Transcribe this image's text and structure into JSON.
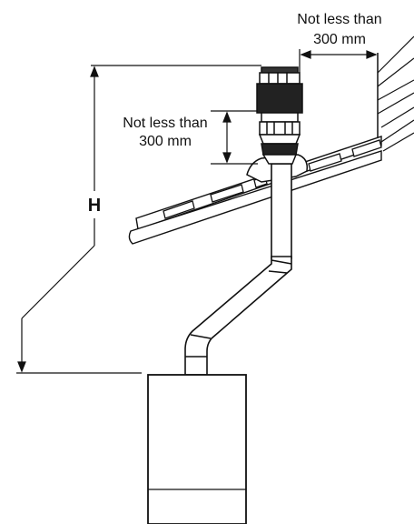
{
  "labels": {
    "top_right_line1": "Not less than",
    "top_right_line2": "300 mm",
    "mid_left_line1": "Not less than",
    "mid_left_line2": "300 mm",
    "height": "H"
  }
}
